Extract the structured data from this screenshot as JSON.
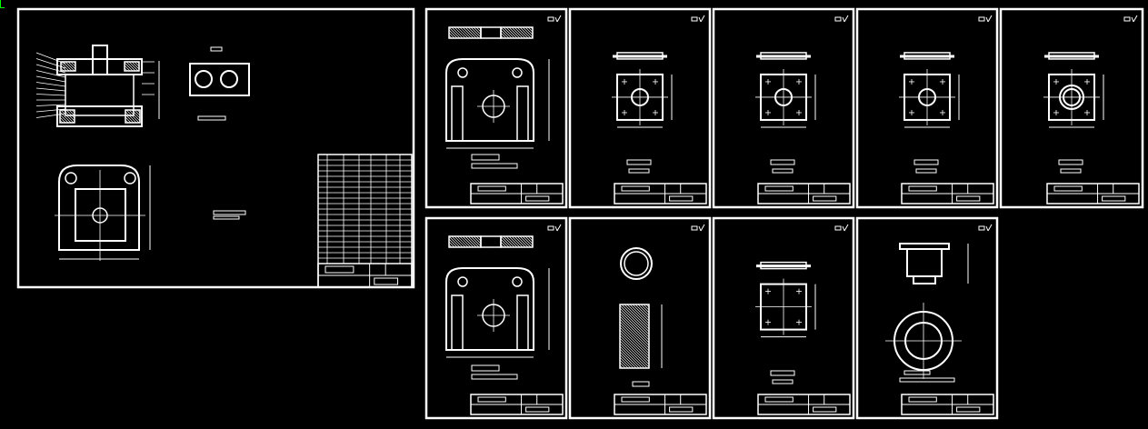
{
  "colors": {
    "background": "#000000",
    "line": "#ffffff",
    "ucs_marker": "#00ff00"
  },
  "sheets": [
    {
      "kind": "assembly"
    },
    {
      "kind": "die-holder-with-bosses"
    },
    {
      "kind": "square-plate-center-hole"
    },
    {
      "kind": "square-plate-center-hole"
    },
    {
      "kind": "square-plate-center-hole"
    },
    {
      "kind": "square-plate-counterbore"
    },
    {
      "kind": "die-holder-with-bosses"
    },
    {
      "kind": "ring-and-block"
    },
    {
      "kind": "square-plate-no-hole"
    },
    {
      "kind": "punch-turned-part"
    }
  ]
}
